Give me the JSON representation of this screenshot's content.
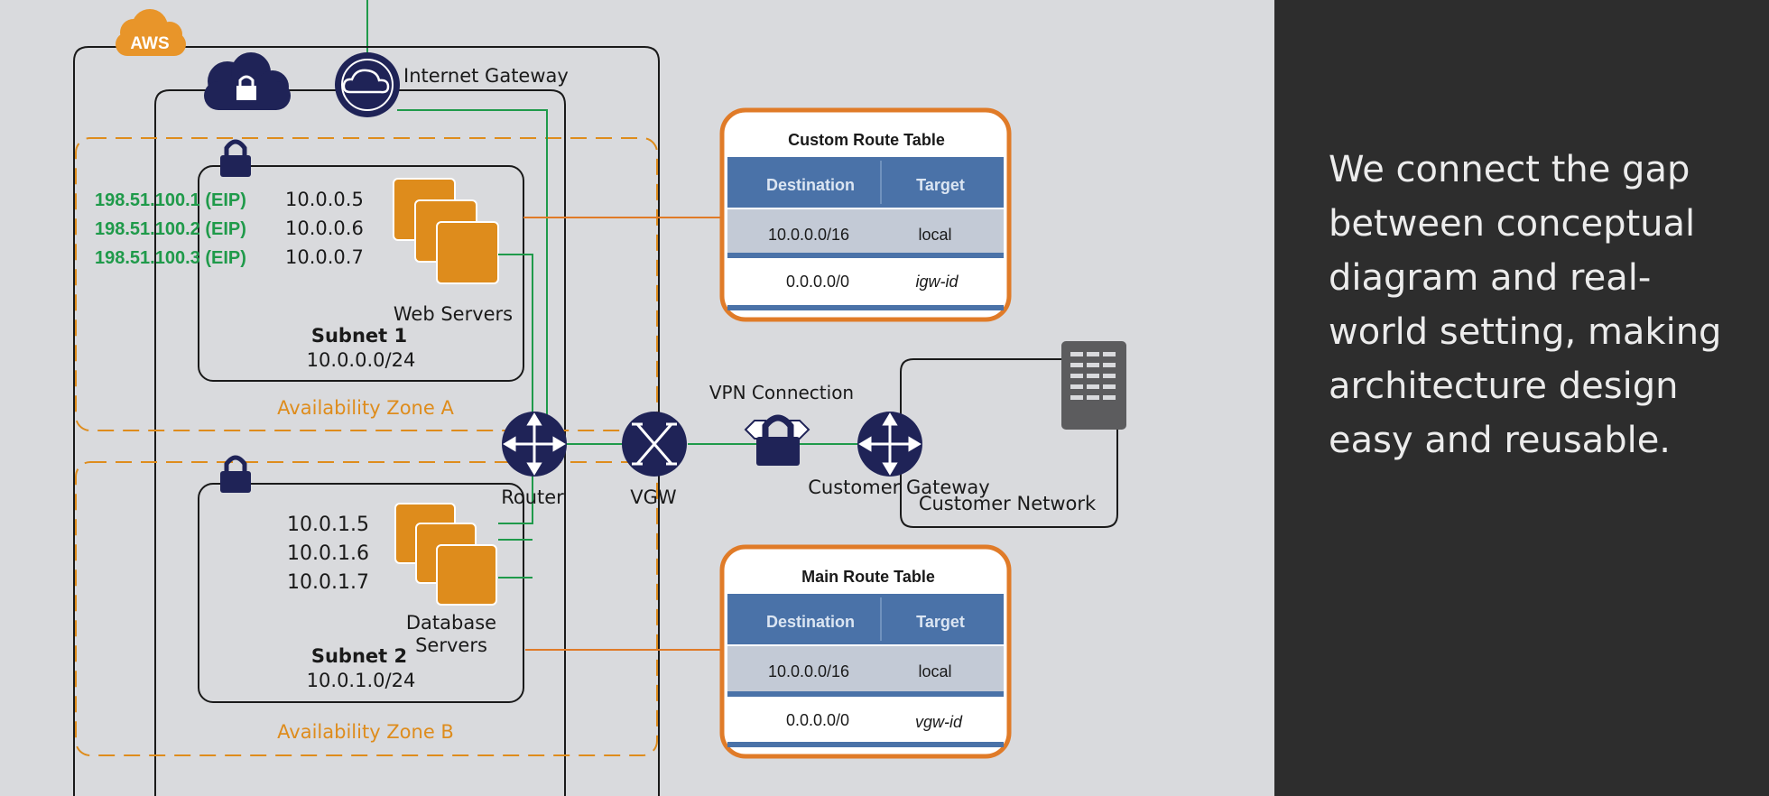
{
  "panel": {
    "text": "We connect the gap between conceptual diagram and real-world setting, making architecture design easy and reusable."
  },
  "diagram": {
    "aws_badge": "AWS",
    "internet_gateway": "Internet Gateway",
    "availability_zones": [
      "Availability Zone A",
      "Availability Zone B"
    ],
    "subnet1": {
      "name": "Subnet 1",
      "cidr": "10.0.0.0/24",
      "servers_label": "Web Servers",
      "eips": [
        "198.51.100.1 (EIP)",
        "198.51.100.2 (EIP)",
        "198.51.100.3 (EIP)"
      ],
      "ips": [
        "10.0.0.5",
        "10.0.0.6",
        "10.0.0.7"
      ]
    },
    "subnet2": {
      "name": "Subnet 2",
      "cidr": "10.0.1.0/24",
      "servers_label_line1": "Database",
      "servers_label_line2": "Servers",
      "ips": [
        "10.0.1.5",
        "10.0.1.6",
        "10.0.1.7"
      ]
    },
    "router": "Router",
    "vgw": "VGW",
    "vpn_connection": "VPN Connection",
    "customer_gateway": "Customer Gateway",
    "customer_network": "Customer Network",
    "custom_route_table": {
      "title": "Custom Route Table",
      "headers": [
        "Destination",
        "Target"
      ],
      "rows": [
        [
          "10.0.0.0/16",
          "local"
        ],
        [
          "0.0.0.0/0",
          "igw-id"
        ]
      ]
    },
    "main_route_table": {
      "title": "Main Route Table",
      "headers": [
        "Destination",
        "Target"
      ],
      "rows": [
        [
          "10.0.0.0/16",
          "local"
        ],
        [
          "0.0.0.0/0",
          "vgw-id"
        ]
      ]
    },
    "colors": {
      "navy": "#1f2357",
      "orange": "#de8c1c",
      "route_orange": "#e07b28",
      "table_blue": "#4a72a8",
      "green": "#1f9a4a",
      "panel_bg": "#2d2d2d"
    }
  }
}
